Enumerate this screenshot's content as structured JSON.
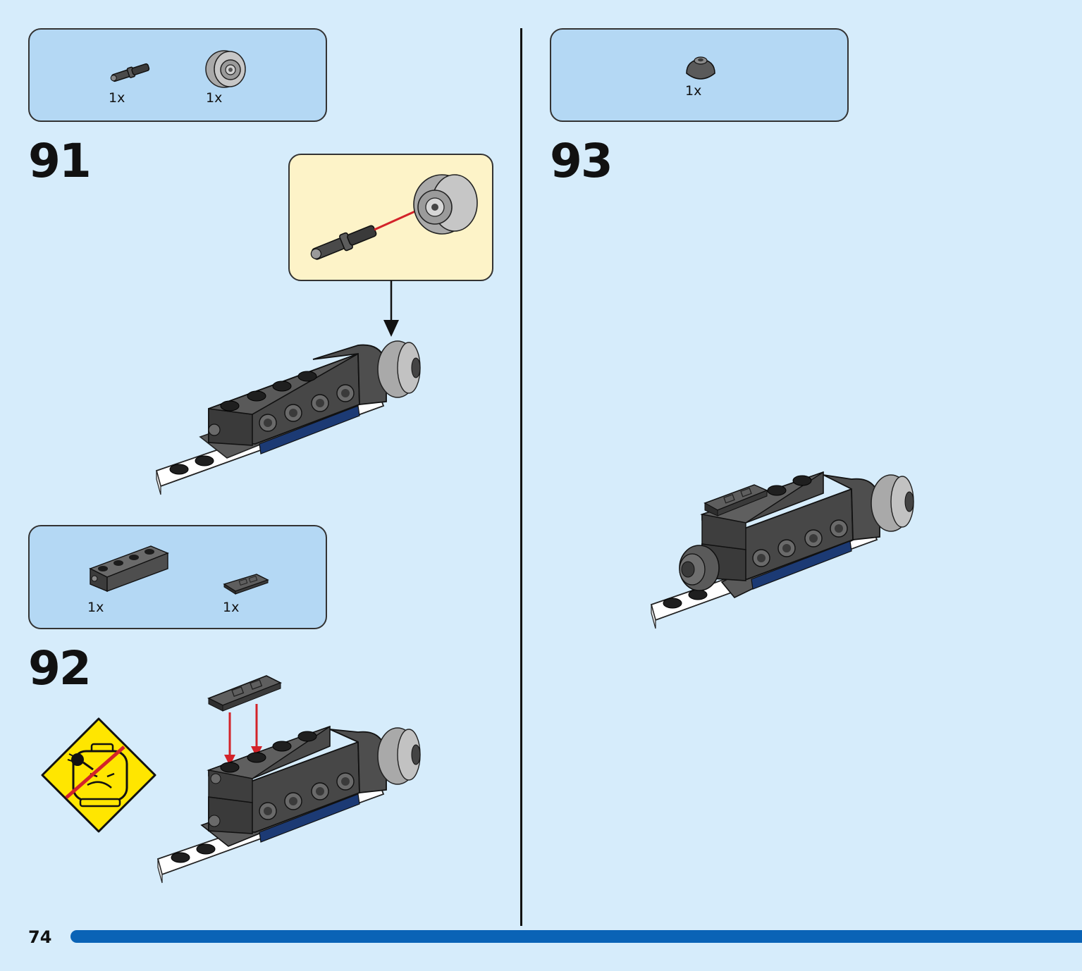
{
  "page": {
    "number": "74"
  },
  "steps": [
    {
      "number": "91",
      "parts": [
        {
          "qty": "1x",
          "icon": "technic-axle-pin-icon"
        },
        {
          "qty": "1x",
          "icon": "wheel-rim-icon"
        }
      ],
      "callout": {
        "icon": "axle-into-rim-subassembly-icon"
      }
    },
    {
      "number": "92",
      "parts": [
        {
          "qty": "1x",
          "icon": "brick-1x4-with-studs-on-side-icon"
        },
        {
          "qty": "1x",
          "icon": "plate-1x2-with-grooves-icon"
        }
      ],
      "warning": {
        "icon": "choking-hazard-warning-icon"
      }
    },
    {
      "number": "93",
      "parts": [
        {
          "qty": "1x",
          "icon": "dome-round-tile-icon"
        }
      ]
    }
  ],
  "colors": {
    "background": "#d6ecfb",
    "parts_box": "#b4d8f4",
    "callout": "#fdf3c8",
    "progress_bar": "#0a63b6",
    "warning_yellow": "#ffe600",
    "arrow_red": "#d3232a"
  }
}
